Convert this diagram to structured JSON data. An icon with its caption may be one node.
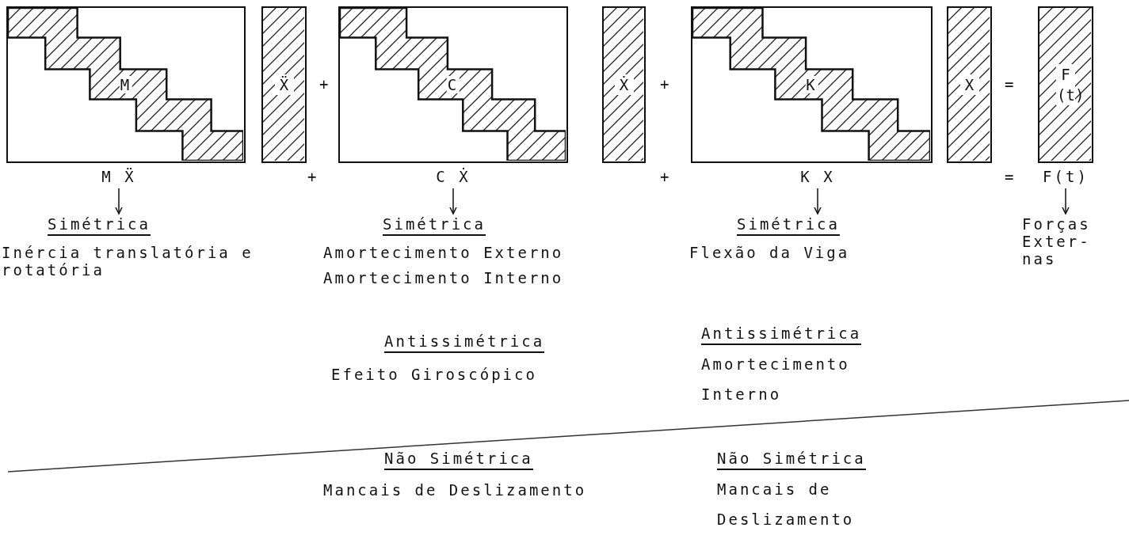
{
  "diagram": {
    "nodes": [
      {
        "text": [
          "M"
        ]
      },
      {
        "text": [
          "Ẍ"
        ]
      },
      {
        "text": [
          "C"
        ]
      },
      {
        "text": [
          "Ẋ"
        ]
      },
      {
        "text": [
          "K"
        ]
      },
      {
        "text": [
          "X"
        ]
      },
      {
        "text": [
          "F (t)"
        ]
      },
      {
        "text": [
          "M Ẍ"
        ]
      },
      {
        "text": [
          "Simétrica",
          "Inércia translatória e rotatória"
        ]
      },
      {
        "text": [
          "C Ẋ"
        ]
      },
      {
        "text": [
          "Simétrica",
          "Amortecimento Externo",
          "Amortecimento Interno"
        ]
      },
      {
        "text": [
          "K X"
        ]
      },
      {
        "text": [
          "Simétrica",
          "Flexão da Viga"
        ]
      },
      {
        "text": [
          "F(t)"
        ]
      },
      {
        "text": [
          "Forças Exter- nas"
        ]
      }
    ],
    "edges": [
      {
        "from": 7,
        "to": 8,
        "arrow": "to"
      },
      {
        "from": 9,
        "to": 10,
        "arrow": "to"
      },
      {
        "from": 11,
        "to": 12,
        "arrow": "to"
      },
      {
        "from": 13,
        "to": 14,
        "arrow": "to"
      }
    ],
    "labels": [
      "+",
      "+",
      "=",
      "+",
      "+",
      "=",
      "Antissimétrica",
      "Efeito Giroscópico",
      "Antissimétrica",
      "Amortecimento Interno",
      "Não Simétrica",
      "Mancais de Deslizamento",
      "Não Simétrica",
      "Mancais de Deslizamento"
    ]
  }
}
